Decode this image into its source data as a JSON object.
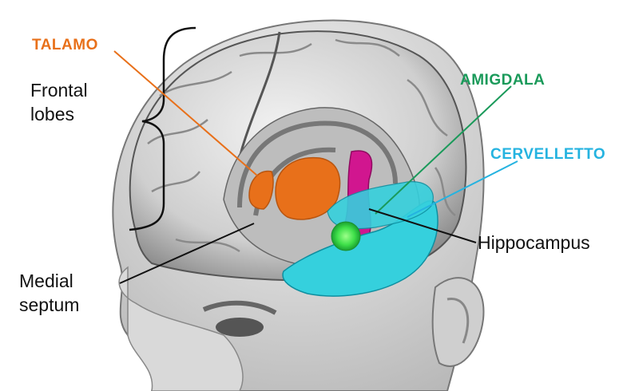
{
  "labels": {
    "talamo": "TALAMO",
    "amigdala": "AMIGDALA",
    "cervelletto": "CERVELLETTO",
    "frontal_lobes": [
      "Frontal",
      "lobes"
    ],
    "hippocampus": "Hippocampus",
    "medial_septum": [
      "Medial",
      "septum"
    ]
  },
  "colors": {
    "talamo": "#e8701a",
    "amigdala": "#1a9a5a",
    "cervelletto": "#25b3e0",
    "hippocampus_region": "#d1168f",
    "cerebellum_region": "#35d0dd",
    "amygdala_region": "#3fe04a",
    "black_label": "#111111"
  }
}
